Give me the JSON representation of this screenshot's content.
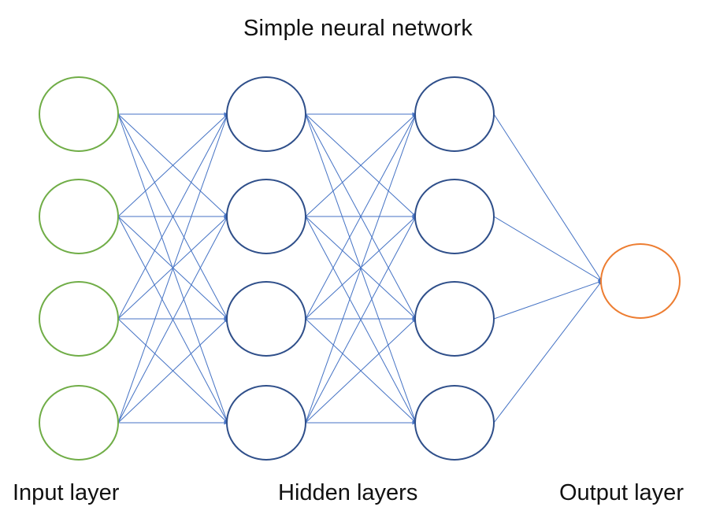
{
  "title": "Simple neural network",
  "labels": {
    "input": "Input layer",
    "hidden": "Hidden layers",
    "output": "Output layer"
  },
  "colors": {
    "input_node": "#70ad47",
    "hidden_node": "#2f4f8a",
    "output_node": "#ed7d31",
    "edge": "#4472c4",
    "arrowhead": "#4472c4"
  },
  "network": {
    "layers": [
      {
        "name": "input",
        "nodes": 4,
        "role": "input"
      },
      {
        "name": "hidden-1",
        "nodes": 4,
        "role": "hidden"
      },
      {
        "name": "hidden-2",
        "nodes": 4,
        "role": "hidden"
      },
      {
        "name": "output",
        "nodes": 1,
        "role": "output"
      }
    ],
    "connectivity": "fully-connected",
    "edge_direction": "left-to-right with arrowheads"
  }
}
